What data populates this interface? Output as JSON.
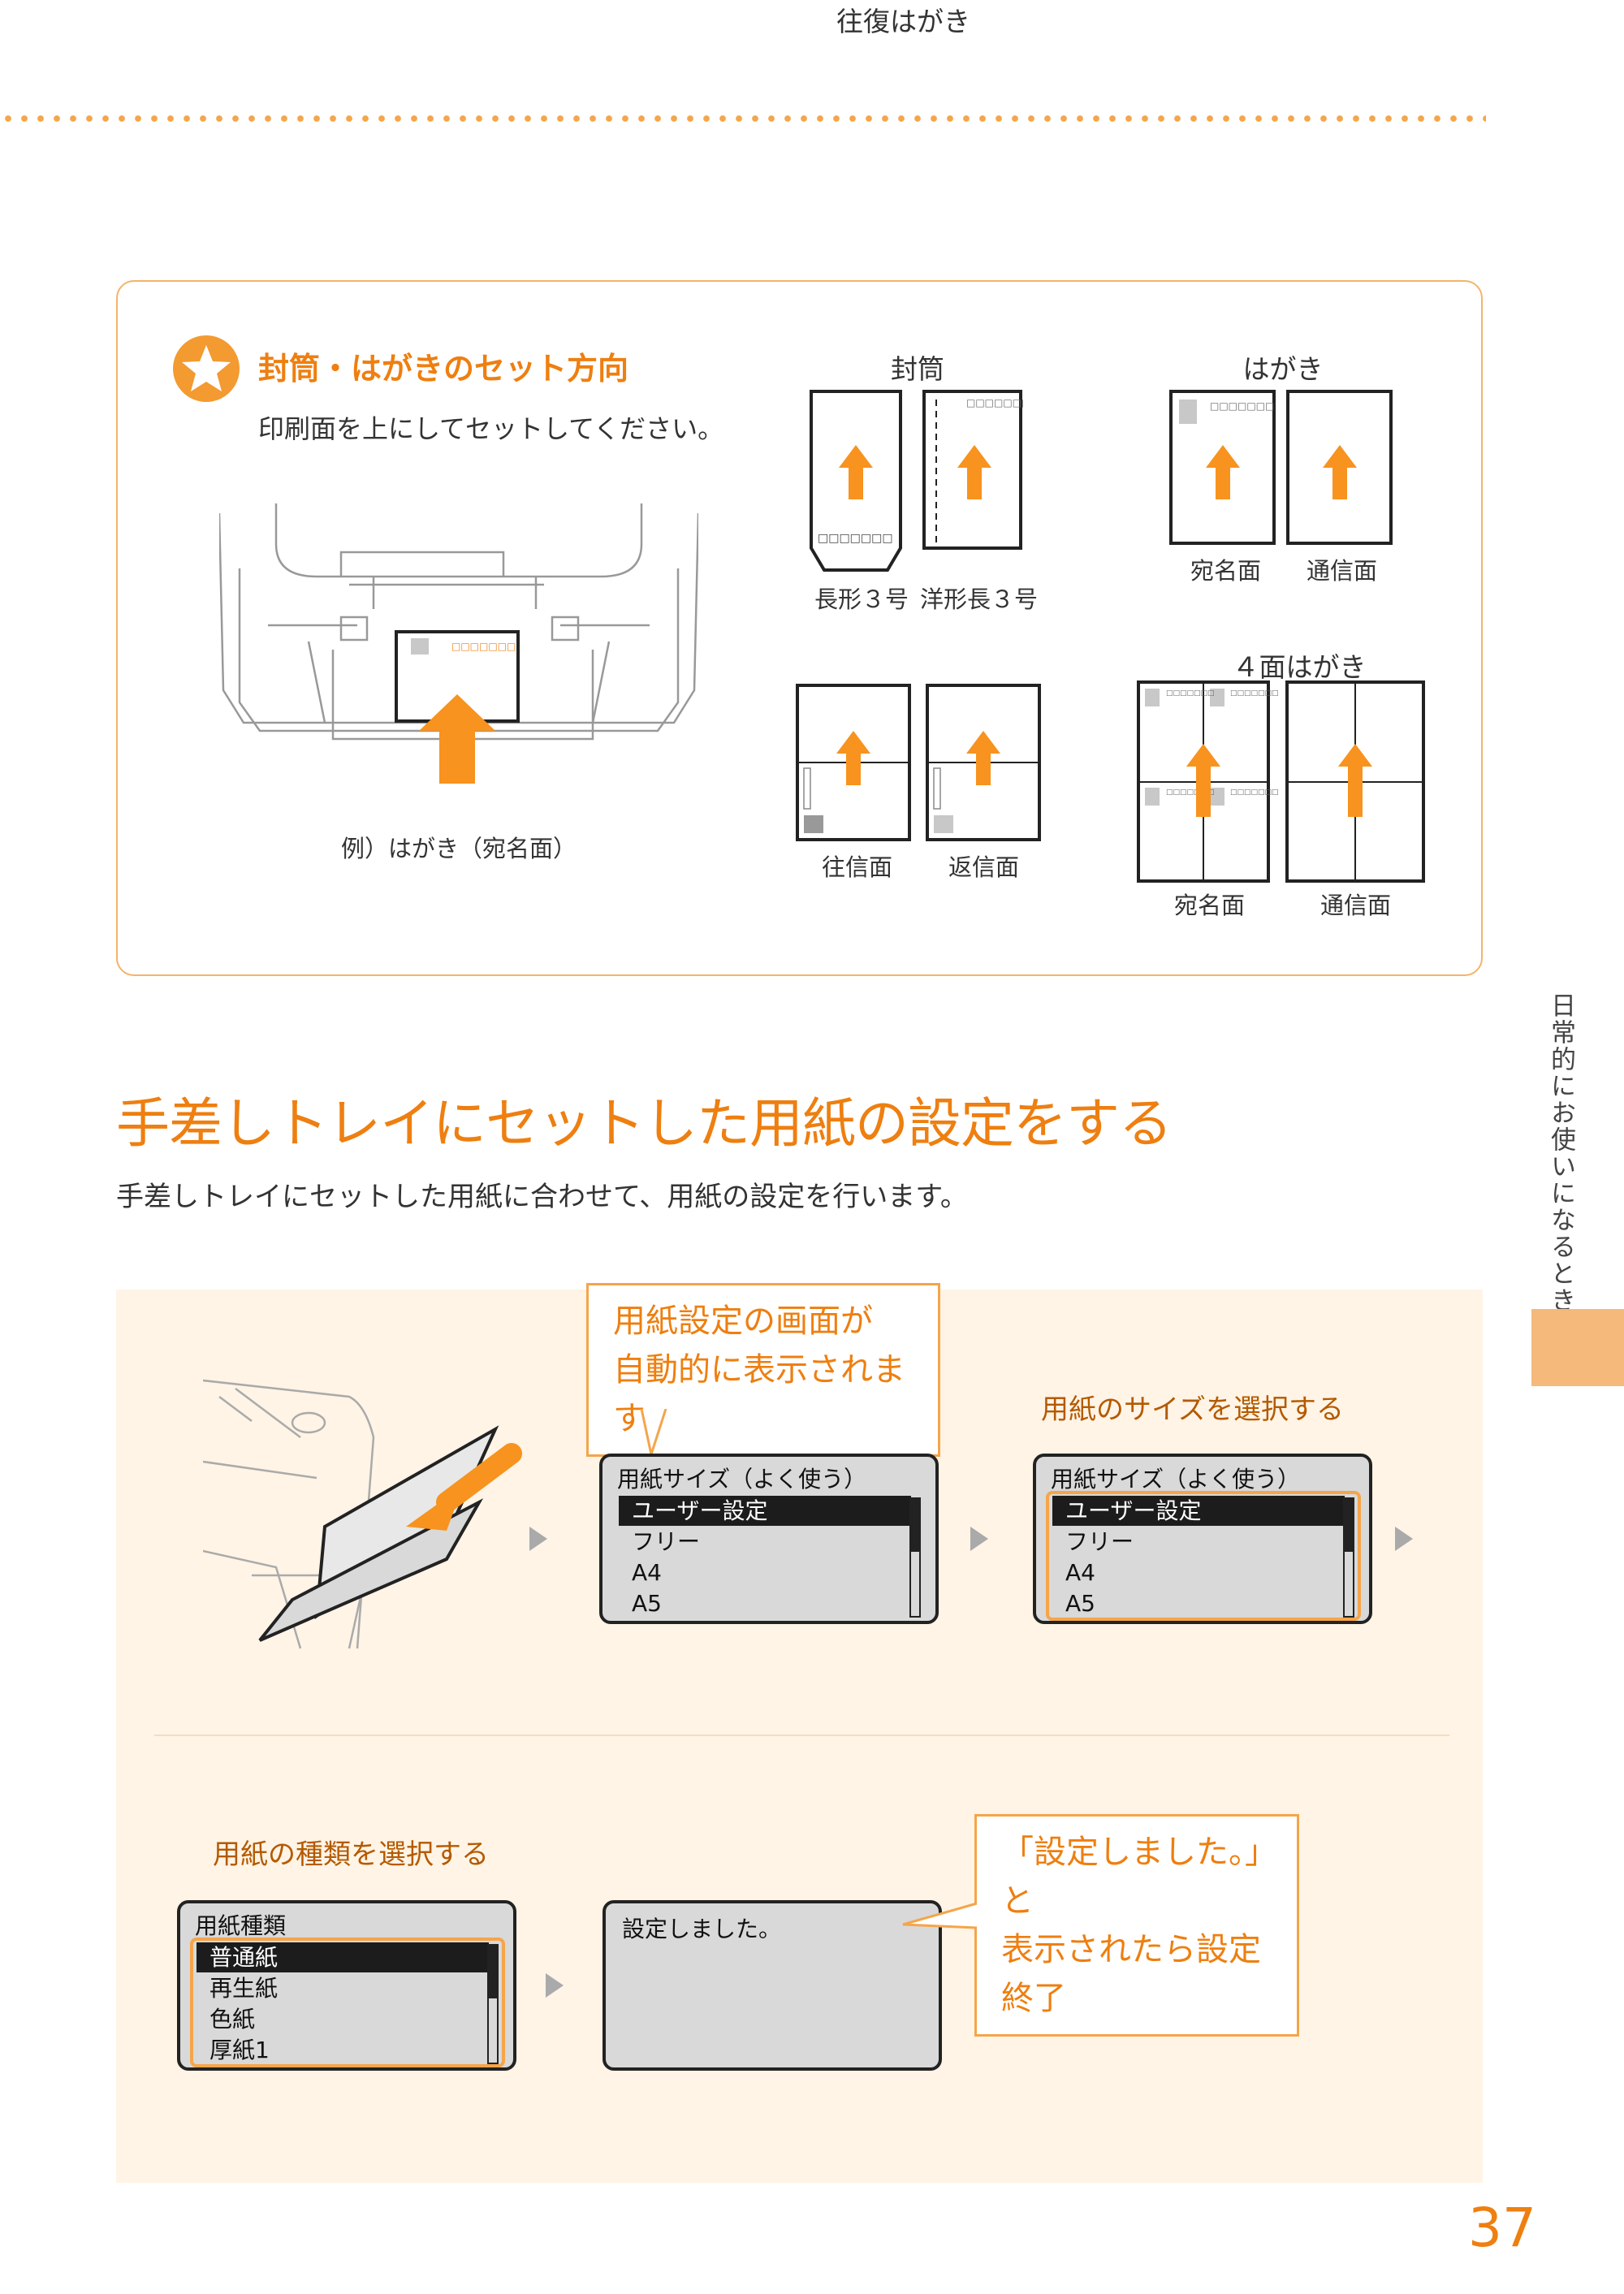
{
  "info": {
    "title": "封筒・はがきのセット方向",
    "subtitle": "印刷面を上にしてセットしてください。",
    "example_caption": "例）はがき（宛名面）",
    "envelope": {
      "header": "封筒",
      "left": "長形３号",
      "right": "洋形長３号"
    },
    "postcard": {
      "header": "はがき",
      "left": "宛名面",
      "right": "通信面"
    },
    "reply": {
      "header": "往復はがき",
      "left": "往信面",
      "right": "返信面"
    },
    "four": {
      "header": "４面はがき",
      "left": "宛名面",
      "right": "通信面"
    },
    "stamp_mark": "□□□□□□□"
  },
  "section": {
    "heading": "手差しトレイにセットした用紙の設定をする",
    "lead": "手差しトレイにセットした用紙に合わせて、用紙の設定を行います。"
  },
  "flow": {
    "callout1": [
      "用紙設定の画面が",
      "自動的に表示されます"
    ],
    "step_size": "用紙のサイズを選択する",
    "step_type": "用紙の種類を選択する",
    "callout2": [
      "「設定しました。」と",
      "表示されたら設定",
      "終了"
    ],
    "screen_size": {
      "title": "用紙サイズ（よく使う）",
      "items": [
        "ユーザー設定",
        "フリー",
        "A4",
        "A5"
      ]
    },
    "screen_type": {
      "title": "用紙種類",
      "items": [
        "普通紙",
        "再生紙",
        "色紙",
        "厚紙1"
      ]
    },
    "screen_done": {
      "title": "設定しました。"
    }
  },
  "side_tab": "日常的にお使いになるときに",
  "page_number": "37",
  "colors": {
    "accent": "#ee7f10",
    "arrow": "#f7931e",
    "panel": "#fff4e6",
    "border": "#f4b36b"
  }
}
